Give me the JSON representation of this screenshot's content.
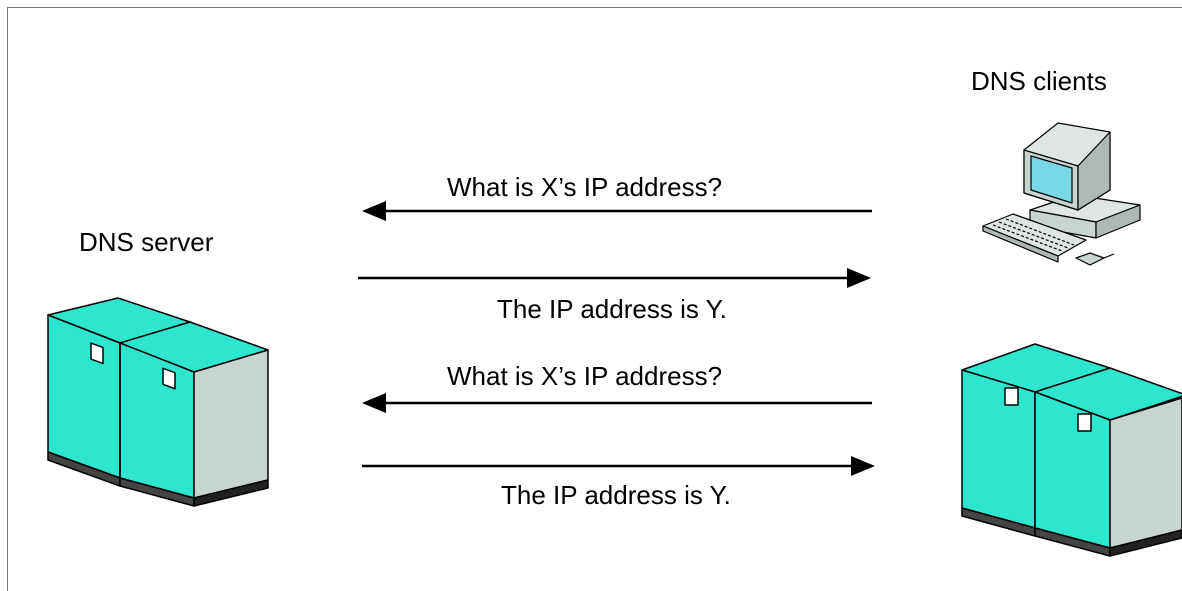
{
  "labels": {
    "dns_clients": "DNS clients",
    "dns_server": "DNS server"
  },
  "messages": [
    {
      "text": "What is X’s IP address?",
      "direction": "left"
    },
    {
      "text": "The IP address is Y.",
      "direction": "right"
    },
    {
      "text": "What is X’s IP address?",
      "direction": "left"
    },
    {
      "text": "The IP address is Y.",
      "direction": "right"
    }
  ],
  "colors": {
    "server_front": "#2ee6cf",
    "server_side": "#c8d4cf",
    "server_top": "#2ee6cf",
    "outline": "#000000",
    "arrow": "#000000"
  },
  "icons": [
    "server-rack-icon",
    "desktop-computer-icon"
  ]
}
